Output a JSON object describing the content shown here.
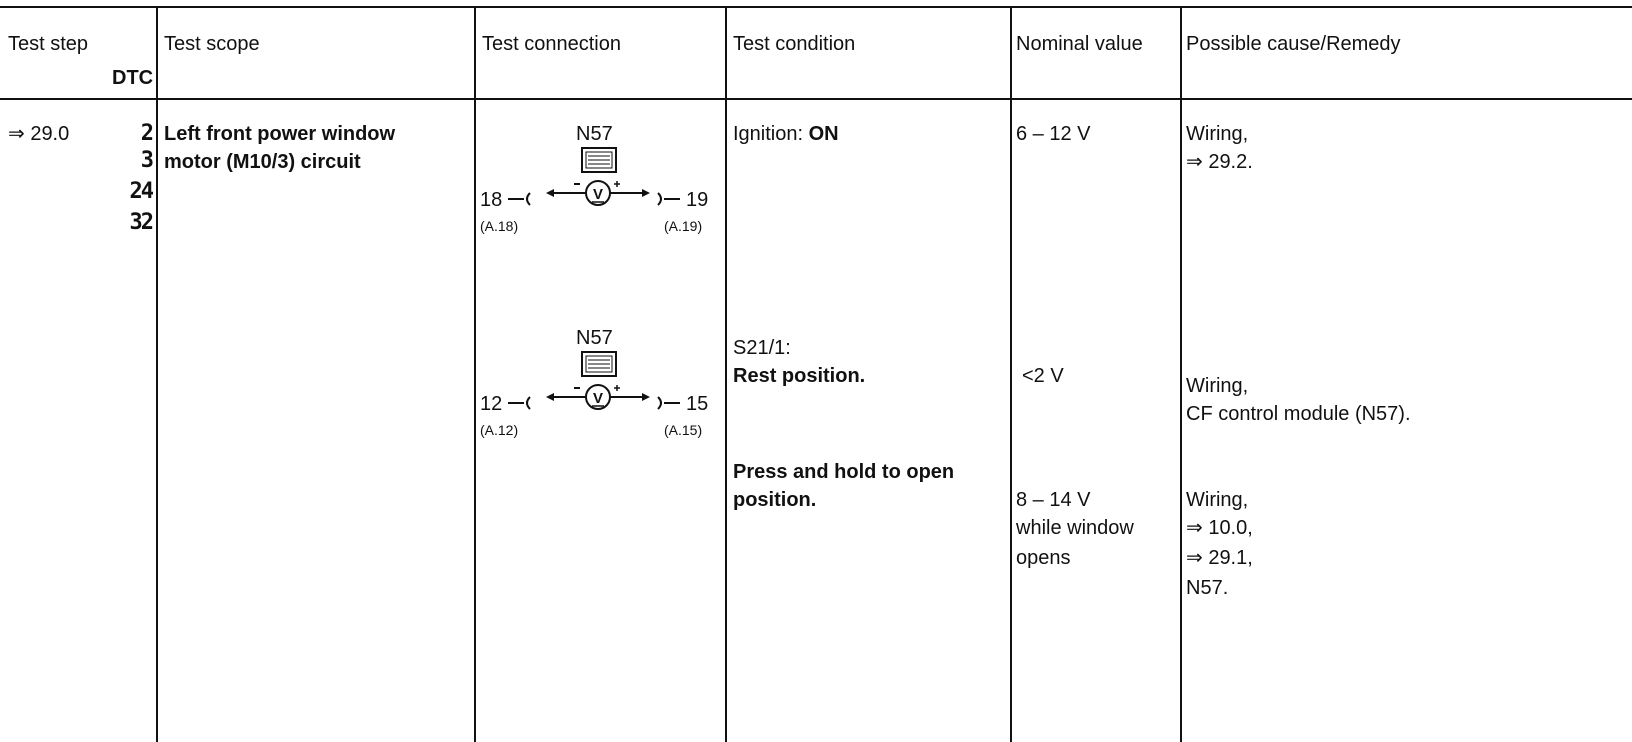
{
  "header": {
    "test_step": "Test step",
    "dtc": "DTC",
    "test_scope": "Test scope",
    "test_connection": "Test connection",
    "test_condition": "Test condition",
    "nominal_value": "Nominal value",
    "remedy": "Possible cause/Remedy"
  },
  "row": {
    "step": "⇒ 29.0",
    "dtc_codes": [
      "2",
      "3",
      "24",
      "32"
    ],
    "scope_line1": "Left front power window",
    "scope_line2": "motor (M10/3) circuit",
    "connections": [
      {
        "module": "N57",
        "pin_left": "18",
        "pin_right": "19",
        "ref_left": "(A.18)",
        "ref_right": "(A.19)",
        "meter_icon": "voltmeter-icon",
        "module_icon": "control-module-icon"
      },
      {
        "module": "N57",
        "pin_left": "12",
        "pin_right": "15",
        "ref_left": "(A.12)",
        "ref_right": "(A.15)",
        "meter_icon": "voltmeter-icon",
        "module_icon": "control-module-icon"
      }
    ],
    "cond1_prefix": "Ignition: ",
    "cond1_value": "ON",
    "cond2_label": "S21/1:",
    "cond2_state": "Rest position.",
    "cond3_line1": "Press and hold to open",
    "cond3_line2": "position.",
    "nom1": "6 – 12 V",
    "nom2": "<2 V",
    "nom3_line1": "8 – 14 V",
    "nom3_line2": "while window",
    "nom3_line3": "opens",
    "rem1_line1": "Wiring,",
    "rem1_line2": "⇒ 29.2.",
    "rem2_line1": "Wiring,",
    "rem2_line2": "CF control module (N57).",
    "rem3_line1": "Wiring,",
    "rem3_line2": "⇒ 10.0,",
    "rem3_line3": "⇒ 29.1,",
    "rem3_line4": "N57."
  }
}
